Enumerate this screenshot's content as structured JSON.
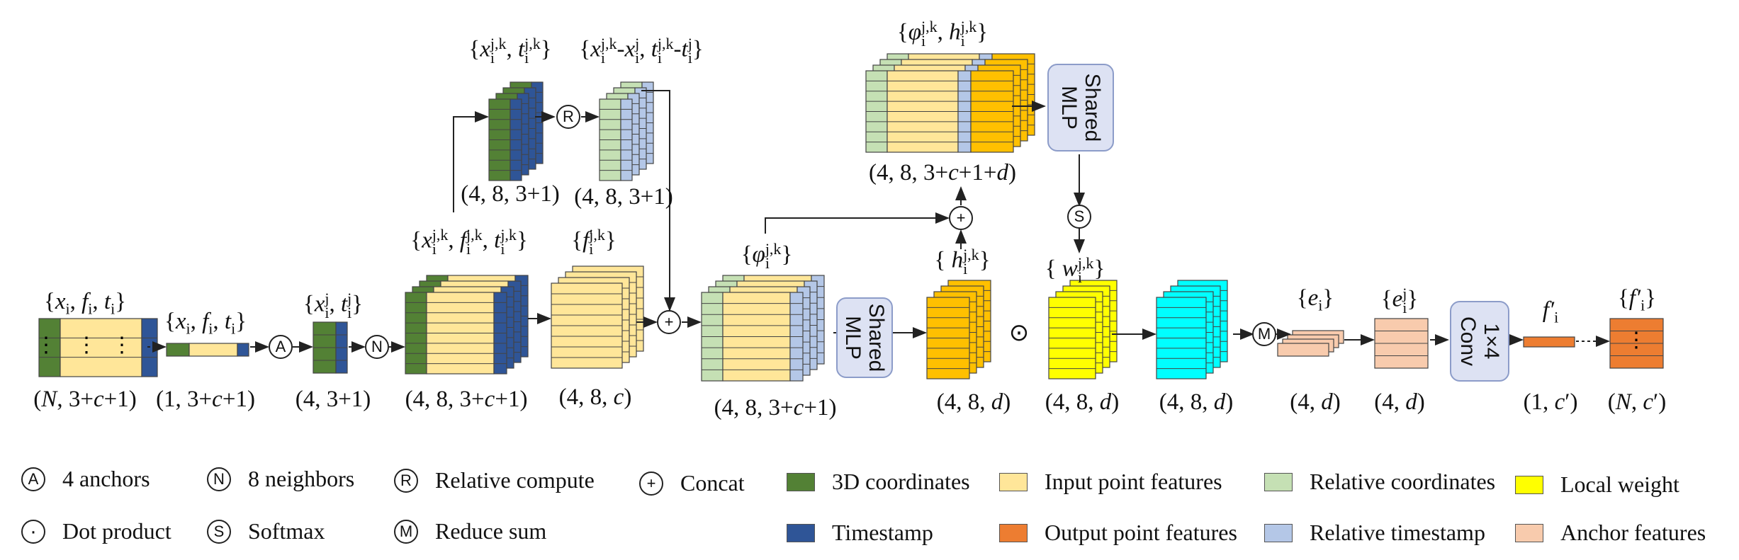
{
  "colors": {
    "coord3d": "#538135",
    "input_feat": "#ffe699",
    "rel_coord": "#c5e0b4",
    "local_weight": "#ffff00",
    "timestamp": "#2f5597",
    "output_feat": "#ed7d31",
    "rel_time": "#b4c7e7",
    "anchor_feat": "#f8cbad",
    "cyan_feat": "#00ffff",
    "orange_feat": "#ffc000",
    "mlp_fill": "#dde2f3"
  },
  "labels": {
    "top_x": "{x",
    "top_x_sup": "j,k",
    "top_x_sub": "i",
    "top_t": ", t",
    "top_t_sup": "j,k",
    "top_t_sub": "i",
    "top_close": "}",
    "rel": "{x",
    "rel_sup1": "j,k",
    "rel_sub1": "i",
    "rel_mid1": "-x",
    "rel_sup2": "j",
    "rel_sub2": "i",
    "rel_mid2": ", t",
    "rel_sup3": "j,k",
    "rel_sub3": "i",
    "rel_mid3": "-t",
    "rel_sup4": "j",
    "rel_sub4": "i",
    "rel_close": "}",
    "phi_h": "{φ",
    "phi_h_sup": "j,k",
    "phi_h_sub": "i",
    "phi_h_mid": ", h",
    "phi_h_sup2": "j,k",
    "phi_h_sub2": "i",
    "phi_h_close": "}",
    "xft": "{x",
    "xft_sub": "i",
    "xft_mid": ", f",
    "xft_sub2": "i",
    "xft_mid2": ", t",
    "xft_sub3": "i",
    "xft_close": "}",
    "xft1": "{x",
    "xft1_sub": "i",
    "xft1_mid": ", f",
    "xft1_sub2": "i",
    "xft1_mid2": ", t",
    "xft1_sub3": "i",
    "xft1_close": "}",
    "xt_anchor": "{x",
    "xt_anchor_sup": "j",
    "xt_anchor_sub": "i",
    "xt_anchor_mid": ", t",
    "xt_anchor_sup2": "j",
    "xt_anchor_sub2": "i",
    "xt_anchor_close": "}",
    "xft_jk": "{x",
    "xft_jk_sup": "j,k",
    "xft_jk_sub": "i",
    "xft_jk_mid": ", f",
    "xft_jk_sup2": "j,k",
    "xft_jk_sub2": "i",
    "xft_jk_mid2": ", t",
    "xft_jk_sup3": "j,k",
    "xft_jk_sub3": "i",
    "xft_jk_close": "}",
    "f_jk": "{f",
    "f_jk_sup": "j,k",
    "f_jk_sub": "i",
    "f_jk_close": "}",
    "phi": "{φ",
    "phi_sup": "j,k",
    "phi_sub": "i",
    "phi_close": "}",
    "h": "{ h",
    "h_sup": "j,k",
    "h_sub": "i",
    "h_close": "}",
    "w": "{ w",
    "w_sup": "j,k",
    "w_sub": "i",
    "w_close": "}",
    "e1": "{e",
    "e1_sub": "i",
    "e1_close": "}",
    "e2": "{e",
    "e2_sup": "j",
    "e2_sub": "i",
    "e2_close": "}",
    "fprime": "f′",
    "fprime_sub": "i",
    "fprime_set": "{f′",
    "fprime_set_sub": "i",
    "fprime_set_close": "}"
  },
  "dims": {
    "d1": "(N, 3+c+1)",
    "d2": "(1, 3+c+1)",
    "d3": "(4, 3+1)",
    "d4": "(4, 8, 3+c+1)",
    "d5": "(4, 8, c)",
    "d6": "(4, 8, 3+1)",
    "d7": "(4, 8, 3+1)",
    "d8": "(4, 8, 3+c+1)",
    "d9": "(4, 8, d)",
    "d10": "(4, 8, 3+c+1+d)",
    "d11": "(4, 8, d)",
    "d12": "(4, 8, d)",
    "d13": "(4, d)",
    "d14": "(4, d)",
    "d15": "(1, c′)",
    "d16": "(N, c′)"
  },
  "ops": {
    "anchor": "A",
    "neighbor": "N",
    "relative": "R",
    "concat": "+",
    "softmax": "S",
    "reduce": "M",
    "dot": "⊙",
    "shared_mlp_1": "Shared\nMLP",
    "shared_mlp_2": "Shared\nMLP",
    "conv": "1×4\nConv"
  },
  "legend": {
    "ops": [
      {
        "sym": "A",
        "label": "4   anchors"
      },
      {
        "sym": "N",
        "label": "8   neighbors"
      },
      {
        "sym": "R",
        "label": "Relative compute"
      },
      {
        "sym": "+",
        "label": "Concat"
      },
      {
        "sym": "·",
        "label": "Dot product"
      },
      {
        "sym": "S",
        "label": "Softmax"
      },
      {
        "sym": "M",
        "label": "Reduce sum"
      }
    ],
    "colors": [
      {
        "key": "coord3d",
        "label": "3D coordinates"
      },
      {
        "key": "input_feat",
        "label": "Input point features"
      },
      {
        "key": "rel_coord",
        "label": "Relative coordinates"
      },
      {
        "key": "local_weight",
        "label": "Local weight"
      },
      {
        "key": "timestamp",
        "label": "Timestamp"
      },
      {
        "key": "output_feat",
        "label": "Output point features"
      },
      {
        "key": "rel_time",
        "label": "Relative timestamp"
      },
      {
        "key": "anchor_feat",
        "label": "Anchor features"
      }
    ]
  },
  "dots": {
    "vdots": "⋮"
  }
}
